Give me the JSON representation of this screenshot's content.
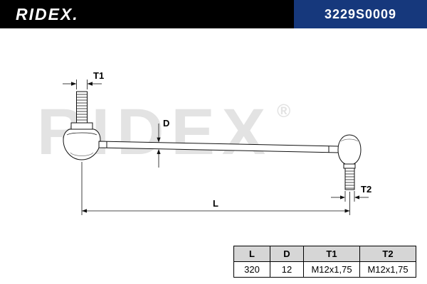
{
  "header": {
    "logo": "RIDEX.",
    "part_number": "3229S0009"
  },
  "watermark": {
    "text": "RIDEX",
    "registered": "®"
  },
  "drawing": {
    "labels": {
      "t1": "T1",
      "d": "D",
      "t2": "T2",
      "l": "L"
    }
  },
  "table": {
    "headers": [
      "L",
      "D",
      "T1",
      "T2"
    ],
    "values": [
      "320",
      "12",
      "M12x1,75",
      "M12x1,75"
    ]
  },
  "colors": {
    "header_bg": "#000000",
    "part_number_bg": "#16387c",
    "table_header_bg": "#d6d6d6",
    "watermark_gray": "#e3e3e3"
  }
}
